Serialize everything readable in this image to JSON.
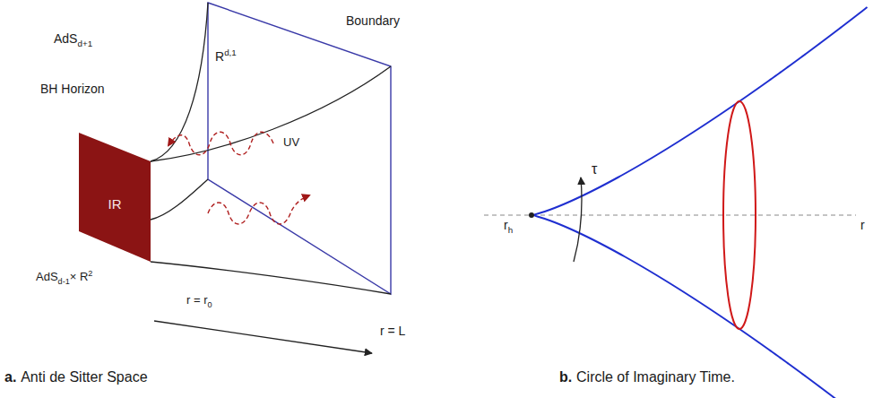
{
  "diagram": {
    "nodes": [
      {
        "text": [
          "IR"
        ]
      }
    ],
    "labels": [
      "AdS",
      "d+1",
      "R",
      "d,1",
      "Boundary",
      "BH Horizon",
      "UV",
      "AdS",
      "d-1",
      "× R",
      "2",
      "r = r",
      "0",
      "r = L",
      "a.",
      "Anti de Sitter Space",
      "τ",
      "r",
      "h",
      "r",
      "b.",
      "Circle of Imaginary Time."
    ]
  }
}
